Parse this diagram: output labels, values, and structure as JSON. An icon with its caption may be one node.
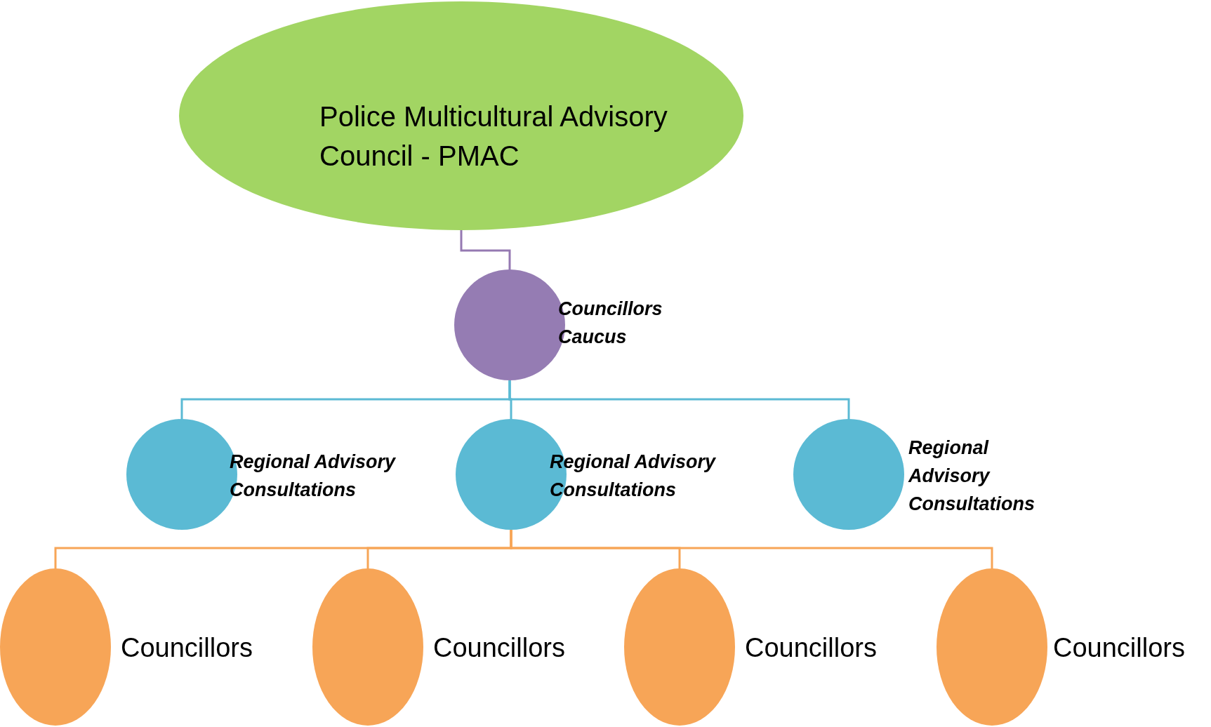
{
  "diagram": {
    "nodes": [
      {
        "text": [
          "Police Multicultural Advisory Council - PMAC"
        ]
      },
      {
        "text": [
          "Councillors Caucus"
        ]
      },
      {
        "text": [
          "Regional Advisory Consultations"
        ]
      },
      {
        "text": [
          "Regional Advisory Consultations"
        ]
      },
      {
        "text": [
          "Regional Advisory Consultations"
        ]
      },
      {
        "text": [
          "Councillors"
        ]
      },
      {
        "text": [
          "Councillors"
        ]
      },
      {
        "text": [
          "Councillors"
        ]
      },
      {
        "text": [
          "Councillors"
        ]
      }
    ],
    "edges": [
      {
        "from": 0,
        "to": 1,
        "arrow": "none",
        "color": "#9579b2"
      },
      {
        "from": 1,
        "to": 2,
        "arrow": "none",
        "color": "#5bbad4"
      },
      {
        "from": 1,
        "to": 3,
        "arrow": "none",
        "color": "#5bbad4"
      },
      {
        "from": 1,
        "to": 4,
        "arrow": "none",
        "color": "#5bbad4"
      },
      {
        "from": 3,
        "to": 5,
        "arrow": "none"
      },
      {
        "from": 3,
        "to": 6,
        "arrow": "none"
      },
      {
        "from": 3,
        "to": 7,
        "arrow": "none"
      },
      {
        "from": 3,
        "to": 8,
        "arrow": "none"
      }
    ]
  }
}
